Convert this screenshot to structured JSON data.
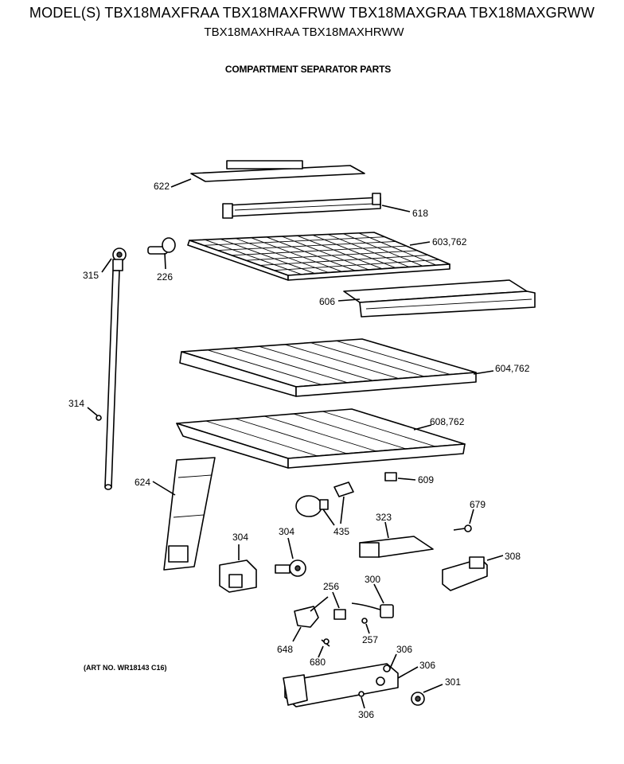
{
  "header": {
    "models_line1": "MODEL(S) TBX18MAXFRAA  TBX18MAXFRWW  TBX18MAXGRAA  TBX18MAXGRWW",
    "models_line2": "TBX18MAXHRAA  TBX18MAXHRWW",
    "section_title": "COMPARTMENT SEPARATOR PARTS"
  },
  "art_number": "(ART NO. WR18143 C16)",
  "callouts": {
    "c622": "622",
    "c618": "618",
    "c603": "603,762",
    "c315": "315",
    "c226": "226",
    "c606": "606",
    "c604": "604,762",
    "c314": "314",
    "c608": "608,762",
    "c624": "624",
    "c609": "609",
    "c679": "679",
    "c435": "435",
    "c323": "323",
    "c304a": "304",
    "c304b": "304",
    "c308": "308",
    "c300": "300",
    "c256": "256",
    "c257": "257",
    "c648": "648",
    "c680": "680",
    "c306a": "306",
    "c306b": "306",
    "c306c": "306",
    "c301": "301"
  }
}
